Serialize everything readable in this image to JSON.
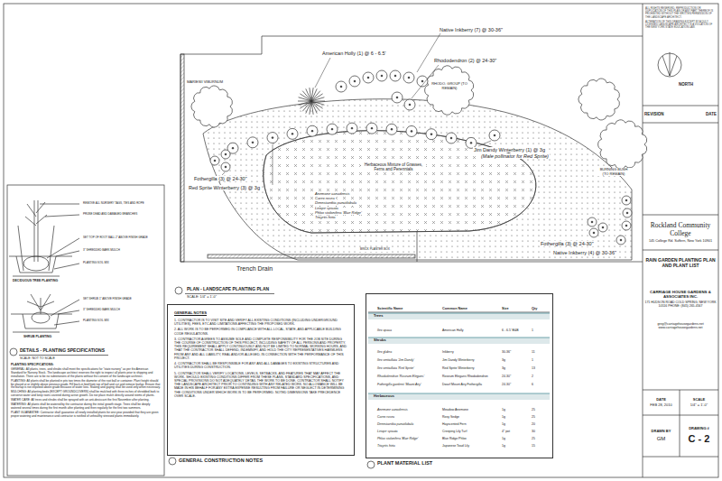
{
  "diagram": {
    "nodes": [
      {
        "text": [
          "GENERAL NOTES",
          "1. CONTRACTOR IS TO VISIT SITE AND VERIFY ALL EXISTING CONDITIONS (INCLUDING UNDERGROUND UTILITIES), FEES, ETC AND LIMITATIONS AFFECTING THE PROPOSED WORK.",
          "2. ALL WORK IS TO BE PERFORMED IN COMPLIANCE WITH ALL LOCAL, STATE, AND APPLICABLE BUILDING CODE REGULATIONS.",
          "3. CONTRACTOR AGREES TO ASSUME SOLE AND COMPLETE RESPONSIBILITY FOR THE JOB SITE DURING THE COURSE OF CONSTRUCTION OF THIS PROJECT, INCLUDING SAFETY OF ALL PERSONS AND PROPERTY. THIS REQUIREMENT SHALL APPLY CONTINUOUSLY AND NOT BE LIMITED TO NORMAL WORKING HOURS, AND THAT THE CONTRACTOR SHALL DEFEND, INDEMNIFY, AND HOLD THE CITY REPRESENTATIVES HARMLESS FROM ANY AND ALL LIABILITY, REAL AND/OR ALLEGED, IN CONNECTION WITH THE PERFORMANCE OF THIS PROJECT.",
          "4. CONTRACTOR SHALL BE RESPONSIBLE FOR ANY AND ALL DAMAGES TO EXISTING STRUCTURES AND UTILITIES DURING CONSTRUCTION.",
          "5. CONTRACTOR SHALL VERIFY LOCATIONS, LEVELS, SETBACKS, AND FEATURES THAT MAY AFFECT THE WORK. SHOULD EXISTING CONDITIONS DIFFER FROM THESE PLANS, STANDARD SPECIFICATIONS, AND SPECIAL PROVISIONS DO NOT ADEQUATELY DETAIL THE WORK TO BE DONE, CONTRACTOR SHALL NOTIFY THE LANDSCAPE ARCHITECT PRIOR TO CONTINUING WITH ANY RELATED WORK. NO ALLOWANCE WILL BE MADE IN HIS BEHALF FOR ANY EXTRA EXPENSE RESULTING FROM FAILURE OR NEGLECT IN DETERMINING THE CONDITIONS UNDER WHICH WORK IS TO BE PERFORMED. NOTED DIMENSIONS TAKE PRECEDENCE OVER SCALE.",
          "GENERAL CONSTRUCTION NOTES"
        ]
      },
      {
        "text": [
          "PLANT MATERIAL LIST"
        ]
      },
      {
        "text": [
          "REVISION",
          "DATE"
        ]
      },
      {
        "text": [
          "Rockland Community College",
          "145 College Rd. Suffern, New York 10901"
        ]
      },
      {
        "text": [
          "RAIN GARDEN PLANTING PLAN AND PLANT LIST"
        ]
      },
      {
        "text": [
          "CARRIAGE HOUSE GARDENS & ASSOCIATES INC.",
          "171 HUDSON ROAD COLD SPRING, NEW YORK 10516 PHONE: (845) 265-4567"
        ]
      },
      {
        "text": [
          "greg@carriagehousegardens.net www.carriagehousegardens.net"
        ]
      },
      {
        "text": [
          "DATE",
          "FEB 28, 2010"
        ]
      },
      {
        "text": [
          "SCALE",
          "1/4\" = 1'-0\""
        ]
      },
      {
        "text": [
          "DRAWN BY",
          "GM"
        ]
      },
      {
        "text": [
          "DRAWING #",
          "C - 2"
        ]
      }
    ],
    "labels": [
      "ALL RIGHTS RESERVED. REPRODUCTION OR DUPLICATION OF THIS PLAN OR ANY PART THEREOF IS PROHIBITED WITHOUT THE WRITTEN PERMISSION OF THE LANDSCAPE ARCHITECT.",
      "ALTERATION OF THIS DRAWING EXCEPT BY A DULY LICENSED LANDSCAPE ARCHITECT IS A VIOLATION OF THE NEW YORK STATE EDUCATION LAW.",
      "NORTH",
      "Native Inkberry (7) @ 30-36\"",
      "American Holly (1) @ 6 - 6.5'",
      "Rhododendron (2) @ 24-30\"",
      "RHODO. GROUP (TO REMAIN)",
      "MARIESII VIBURNUM",
      "Fothergilla (3) @ 24-30\"",
      "Red Sprite Winterberry (3) @ 3g",
      "Jim Dandy Winterberry (1) @ 3g",
      "(Male pollinator for Red Sprite)",
      "Herbaceous Mixture of Grasses, Ferns and Perennials",
      "Anemone canadensis",
      "Carex rosea",
      "Dennstaedtia punctilobula",
      "Liriope spicata",
      "Phlox stolonifera 'Blue Ridge'",
      "Tricyrtis hirta",
      "BURNING BUSH (TO REMAIN)",
      "Fothergilla (3) @ 24-30\"",
      "Native Inkberry (4) @ 30-36\"",
      "Trench Drain",
      "BRICK PLANTER BOX",
      "PLAN - LANDSCAPE PLANTING PLAN",
      "SCALE: 1/4\" = 1'-0\"",
      "DECIDUOUS TREE PLANTING",
      "SHRUB PLANTING",
      "REMOVE ALL NURSERY TAGS, TIES AND ROPE",
      "PRUNE DEAD AND DAMAGED BRANCHES",
      "SET TOP OF ROOT BALL 2\" ABOVE FINISH GRADE",
      "3\" SHREDDED BARK MULCH",
      "PLANTING SOIL MIX",
      "SET SHRUB 1\" ABOVE FINISH GRADE",
      "3\" SHREDDED BARK MULCH",
      "PLANTING SOIL MIX",
      "DETAILS - PLANTING SPECIFICATIONS",
      "SCALE: NOT TO SCALE",
      "PLANTING SPECIFICATIONS:",
      "GENERAL: All plants, trees, and shrubs shall meet the specifications for \"state nursery\" as per the American Standard for Nursery Stock. The landscape architect reserves the right to inspect all plants prior to shipping and installation. There are to be no substitutions of the plants without the consent of the landscape architect.",
      "PLANTING: All plants shall be planted in pits two times the diameter of the root ball or container. Plant height should be placed at or slightly above previous grade. Fill back-in bed from top of ball and cut and remove burlap. Ensure that the burlap is not exposed above grade because of water loss. Staking and guying shall be used only when necessary.",
      "MULCHING: All planting beds (EXCEPT GROUNDCOVERS) shall be mulched with three inches of shredded bark to conserve water and keep roots covered during active growth. Do not place mulch directly around stems of plants.",
      "WATER CARE: All trees and shrubs shall be sprayed with an anti-desiccant the first November after planting.",
      "WATERING: All plants shall be watered by the contractor during the initial growth stage. Trees shall be deeply watered several times during the first month after planting and then regularly for the first two summers.",
      "PLANT GUARANTEE: Contractor shall guarantee all newly installed plants for one year provided that they are given proper watering and maintenance and contractor is notified of unhealthy stressed plants immediately.",
      "Scientific Name",
      "Common Name",
      "Size",
      "Qty",
      "Trees",
      "Ilex opaca",
      "American Holly",
      "6 - 6.5' B&B",
      "1",
      "Shrubs",
      "Ilex glabra",
      "Inkberry",
      "30-36\"",
      "11",
      "Ilex verticillata 'Jim Dandy'",
      "Jim Dandy Winterberry",
      "3g",
      "1",
      "Ilex verticillata 'Red Sprite'",
      "Red Sprite Winterberry",
      "3g",
      "13",
      "Rhododendron 'Roseum Elegans'",
      "Roseum Elegans Rhododendron",
      "24-30\"",
      "2",
      "Fothergilla gardenii 'Mount Airy'",
      "Dwarf Mount Airy Fothergilla",
      "24-30\"",
      "6",
      "Herbaceous",
      "Anemone canadensis",
      "Meadow Anemone",
      "1g",
      "25",
      "Carex rosea",
      "Rosy Sedge",
      "1g",
      "25",
      "Dennstaedtia punctilobula",
      "Hayscented Fern",
      "1g",
      "20",
      "Liriope spicata",
      "Creeping Lily Turf",
      "4\" pot",
      "30",
      "Phlox stolonifera 'Blue Ridge'",
      "Blue Ridge Phlox",
      "1g",
      "25",
      "Tricyrtis hirta",
      "Japanese Toad Lily",
      "1g",
      "15"
    ]
  }
}
